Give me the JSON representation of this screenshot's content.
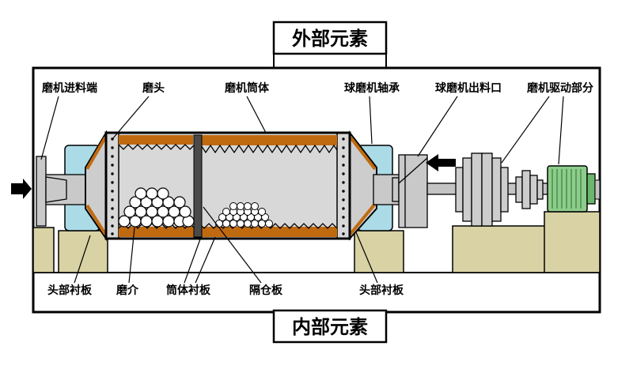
{
  "titles": {
    "top": "外部元素",
    "bottom": "内部元素"
  },
  "external_labels": {
    "feed_end": "磨机进料端",
    "mill_head": "磨头",
    "mill_shell": "磨机筒体",
    "bearing": "球磨机轴承",
    "discharge_port": "球磨机出料口",
    "drive_section": "磨机驱动部分"
  },
  "internal_labels": {
    "head_liner_left": "头部衬板",
    "grinding_media": "磨介",
    "shell_liner": "筒体衬板",
    "diaphragm": "隔仓板",
    "head_liner_right": "头部衬板"
  },
  "colors": {
    "shell_gray": "#d8d8d8",
    "cone_gray": "#cdcdcd",
    "machine_gray": "#c9c9c9",
    "liner_orange": "#c06a10",
    "bearing_blue": "#aadbe6",
    "foundation_tan": "#d8d2a4",
    "motor_green": "#8ccd8c",
    "motor_green_dark": "#6cb66c",
    "motor_fin_green": "#4c8c4c",
    "partition_dark": "#4a4a4a",
    "outline_black": "#000000",
    "background": "#ffffff"
  }
}
